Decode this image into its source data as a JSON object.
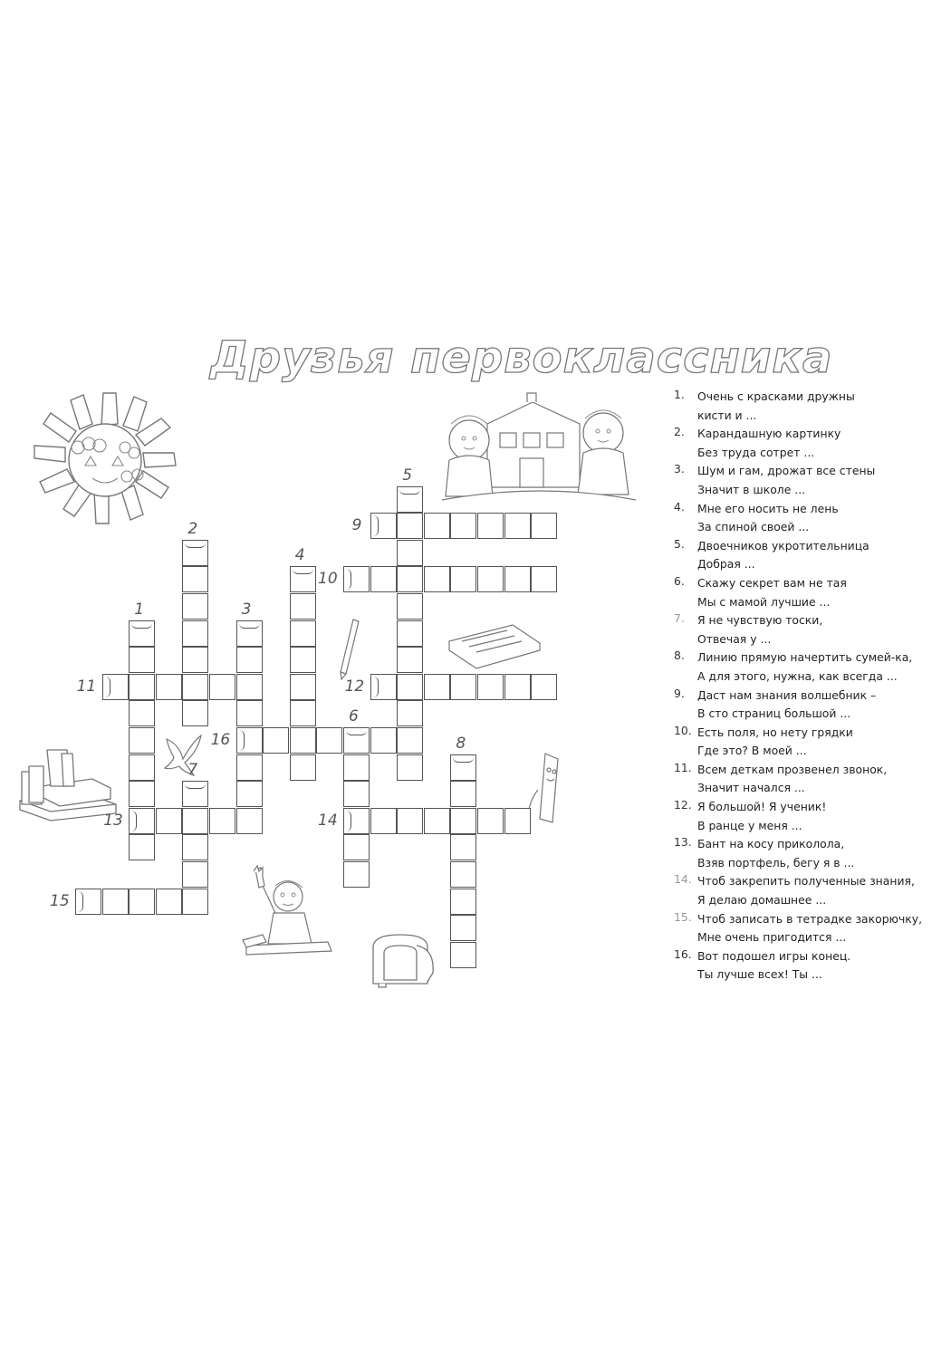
{
  "title": "Друзья первоклассника",
  "clues": [
    {
      "num": "1.",
      "line1": "Очень с красками дружны",
      "line2": "кисти и ..."
    },
    {
      "num": "2.",
      "line1": "Карандашную картинку",
      "line2": "Без труда сотрет ..."
    },
    {
      "num": "3.",
      "line1": "Шум и гам, дрожат все стены",
      "line2": "Значит в школе ..."
    },
    {
      "num": "4.",
      "line1": "Мне его носить не лень",
      "line2": "За спиной своей ..."
    },
    {
      "num": "5.",
      "line1": "Двоечников укротительница",
      "line2": "Добрая ..."
    },
    {
      "num": "6.",
      "line1": "Скажу секрет вам не тая",
      "line2": "Мы с мамой лучшие ..."
    },
    {
      "num": "7.",
      "line1": "Я не чувствую тоски,",
      "line2": "Отвечая у ..."
    },
    {
      "num": "8.",
      "line1": "Линию прямую начертить сумей-ка,",
      "line2": "А для этого, нужна, как всегда ..."
    },
    {
      "num": "9.",
      "line1": "Даст нам знания волшебник –",
      "line2": "В сто страниц большой ..."
    },
    {
      "num": "10.",
      "line1": "Есть поля, но нету грядки",
      "line2": "Где это? В моей ..."
    },
    {
      "num": "11.",
      "line1": "Всем деткам прозвенел звонок,",
      "line2": "Значит начался ..."
    },
    {
      "num": "12.",
      "line1": "Я большой! Я ученик!",
      "line2": "В ранце у меня ..."
    },
    {
      "num": "13.",
      "line1": "Бант на косу приколола,",
      "line2": "Взяв портфель, бегу я в ..."
    },
    {
      "num": "14.",
      "line1": "Чтоб закрепить полученные знания,",
      "line2": "Я делаю домашнее ..."
    },
    {
      "num": "15.",
      "line1": "Чтоб записать в тетрадке закорючку,",
      "line2": "Мне очень пригодится ..."
    },
    {
      "num": "16.",
      "line1": "Вот подошел игры конец.",
      "line2": "Ты лучше всех! Ты ..."
    }
  ],
  "grid_numbers": [
    "1",
    "2",
    "3",
    "4",
    "5",
    "6",
    "7",
    "8",
    "9",
    "10",
    "11",
    "12",
    "13",
    "14",
    "15",
    "16"
  ],
  "colors": {
    "line": "#555555",
    "title_outline": "#777777",
    "muted_number": "#999999"
  },
  "illustrations": [
    "sun-icon",
    "school-children-icon",
    "pencil-icon",
    "pencil-case-icon",
    "bird-icon",
    "books-icon",
    "ruler-icon",
    "pupil-icon",
    "backpack-icon"
  ]
}
